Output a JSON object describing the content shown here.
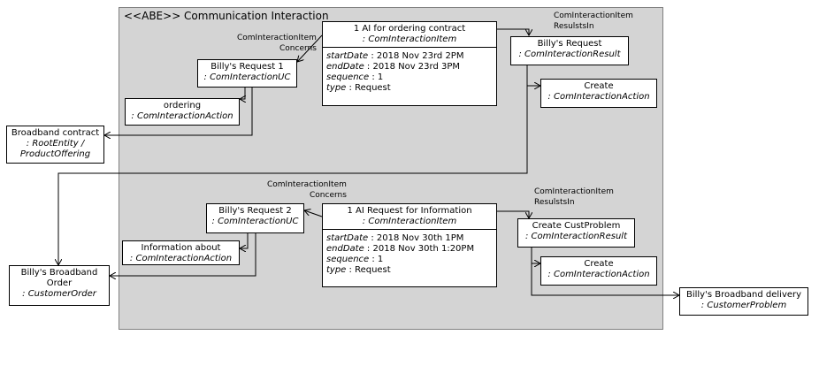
{
  "frame": {
    "title": "<<ABE>> Communication Interaction"
  },
  "nodes": {
    "ai_contract": {
      "name": "1 AI for ordering contract",
      "type": ": ComInteractionItem",
      "attrs": [
        {
          "key": "startDate",
          "value": " : 2018 Nov 23rd 2PM"
        },
        {
          "key": "endDate",
          "value": " : 2018 Nov 23rd 3PM"
        },
        {
          "key": "sequence",
          "value": " : 1"
        },
        {
          "key": "type",
          "value": " : Request"
        }
      ]
    },
    "req1": {
      "name": "Billy's Request 1",
      "type": ": ComInteractionUC"
    },
    "ordering": {
      "name": "ordering",
      "type": ": ComInteractionAction"
    },
    "broadband_contract": {
      "name": "Broadband contract",
      "type1": ": RootEntity /",
      "type2": "ProductOffering"
    },
    "billys_request": {
      "name": "Billy's Request",
      "type": ": ComInteractionResult"
    },
    "create1": {
      "name": "Create",
      "type": ": ComInteractionAction"
    },
    "ai_info": {
      "name": "1 AI Request for Information",
      "type": ": ComInteractionItem",
      "attrs": [
        {
          "key": "startDate",
          "value": " : 2018 Nov 30th 1PM"
        },
        {
          "key": "endDate",
          "value": " : 2018 Nov 30th 1:20PM"
        },
        {
          "key": "sequence",
          "value": " : 1"
        },
        {
          "key": "type",
          "value": " : Request"
        }
      ]
    },
    "req2": {
      "name": "Billy's Request 2",
      "type": ": ComInteractionUC"
    },
    "info_about": {
      "name": "Information about",
      "type": ": ComInteractionAction"
    },
    "broadband_order": {
      "name1": "Billy's Broadband",
      "name2": "Order",
      "type": ": CustomerOrder"
    },
    "cust_problem": {
      "name": "Create CustProblem",
      "type": ": ComInteractionResult"
    },
    "create2": {
      "name": "Create",
      "type": ": ComInteractionAction"
    },
    "delivery": {
      "name": "Billy's Broadband delivery",
      "type": ": CustomerProblem"
    }
  },
  "labels": {
    "concerns1_a": "ComInteractionItem",
    "concerns1_b": "Concerns",
    "results1_a": "ComInteractionItem",
    "results1_b": "ResulstsIn",
    "concerns2_a": "ComInteractionItem",
    "concerns2_b": "Concerns",
    "results2_a": "ComInteractionItem",
    "results2_b": "ResulstsIn"
  }
}
